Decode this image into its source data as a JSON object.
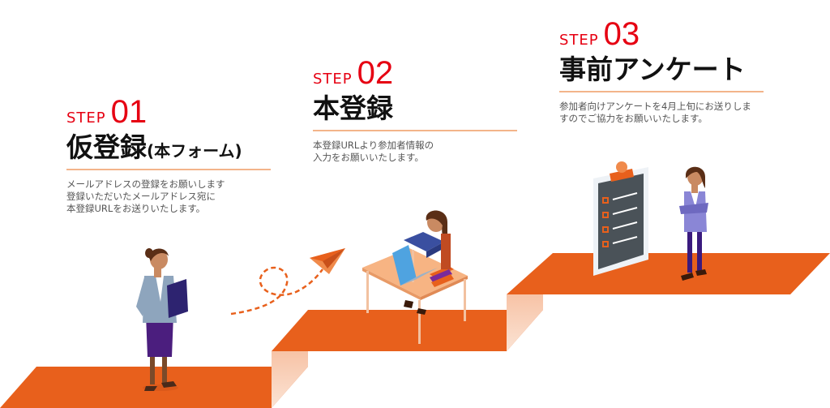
{
  "steps": [
    {
      "step_word": "STEP",
      "number": "01",
      "title_main": "仮登録",
      "title_sub": "(本フォーム)",
      "description_lines": [
        "メールアドレスの登録をお願いします",
        "登録いただいたメールアドレス宛に",
        "本登録URLをお送りいたします。"
      ]
    },
    {
      "step_word": "STEP",
      "number": "02",
      "title_main": "本登録",
      "title_sub": "",
      "description_lines": [
        "本登録URLより参加者情報の",
        "入力をお願いいたします。"
      ]
    },
    {
      "step_word": "STEP",
      "number": "03",
      "title_main": "事前アンケート",
      "title_sub": "",
      "description_lines": [
        "参加者向けアンケートを4月上旬にお送りしま",
        "すのでご協力をお願いいたします。"
      ]
    }
  ],
  "colors": {
    "accent_red": "#e60012",
    "stair_orange": "#e8601c",
    "rule_peach": "#f3b48a"
  },
  "illustration_icons": [
    "woman-with-clipboard",
    "woman-at-laptop-desk",
    "paper-plane",
    "checklist-board",
    "woman-standing-arms-crossed"
  ]
}
